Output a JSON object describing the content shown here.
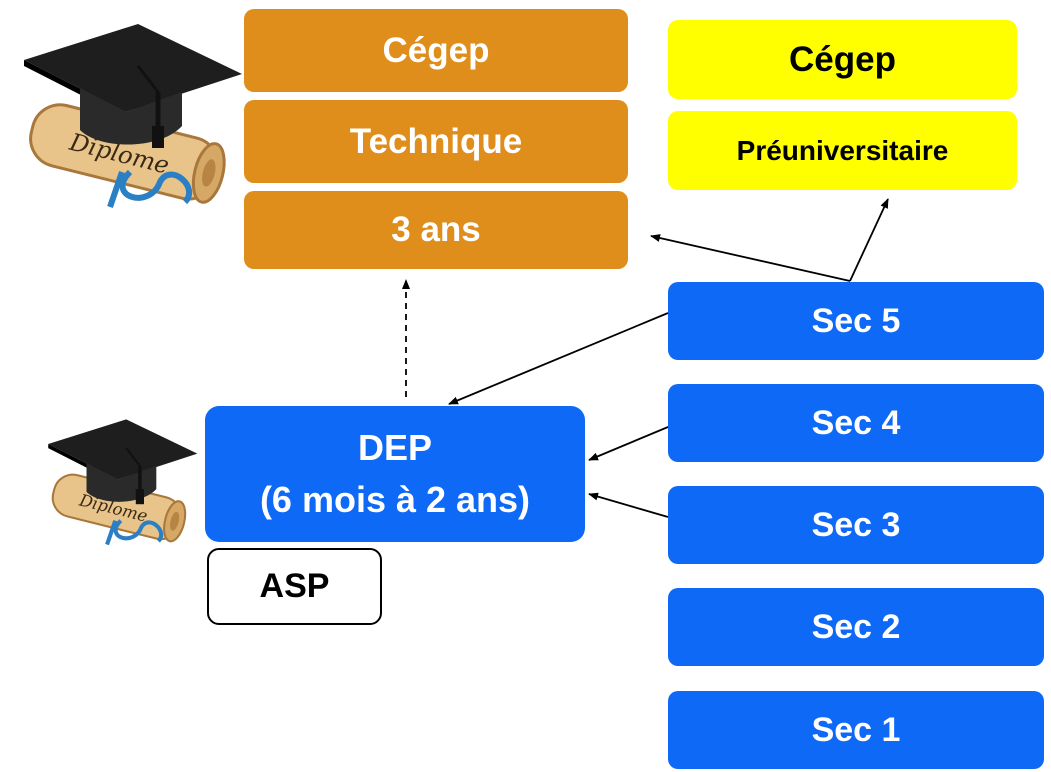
{
  "technical_path": {
    "line1": "Cégep",
    "line2": "Technique",
    "line3": "3 ans"
  },
  "preuniversity_path": {
    "line1": "Cégep",
    "line2": "Préuniversitaire"
  },
  "secondary_levels": {
    "sec5": "Sec 5",
    "sec4": "Sec 4",
    "sec3": "Sec 3",
    "sec2": "Sec 2",
    "sec1": "Sec 1"
  },
  "dep": {
    "line1": "DEP",
    "line2": "(6 mois à 2 ans)"
  },
  "asp": "ASP",
  "colors": {
    "orange": "#df8d1b",
    "yellow": "#ffff00",
    "blue": "#0e6af6",
    "arrow": "#000000"
  },
  "icons": [
    "graduation-cap-diploma-icon"
  ]
}
